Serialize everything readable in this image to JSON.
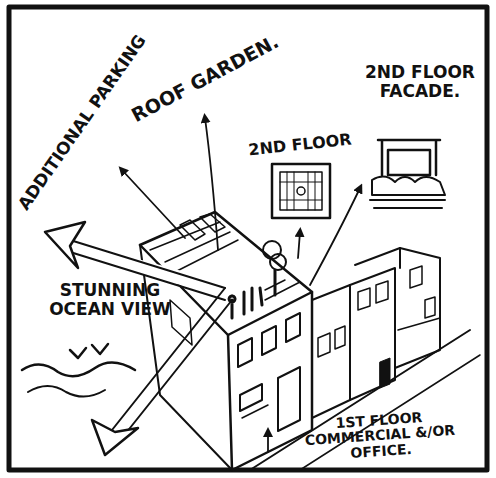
{
  "diagram": {
    "labels": [
      "ADDITIONAL PARKING",
      "ROOF GARDEN.",
      "2ND FLOOR",
      "2ND FLOOR FACADE.",
      "STUNNING OCEAN VIEW",
      "1ST FLOOR COMMERCIAL &/OR OFFICE."
    ]
  }
}
